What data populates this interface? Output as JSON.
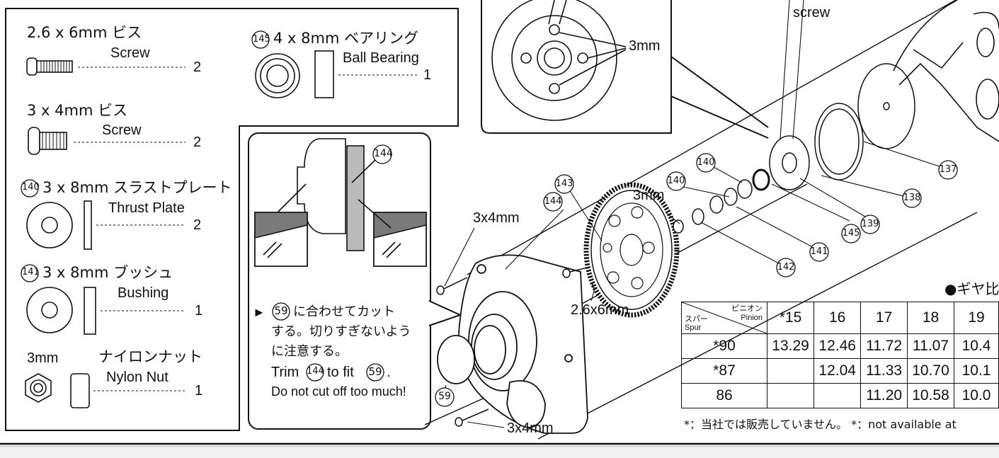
{
  "parts_box": {
    "screw_26x6": {
      "jp": "2.6 x 6mm ビス",
      "en": "Screw",
      "qty": "2"
    },
    "screw_3x4": {
      "jp": "3 x 4mm ビス",
      "en": "Screw",
      "qty": "2"
    },
    "thrust_plate": {
      "num": "140",
      "jp": "3 x 8mm スラストプレート",
      "en": "Thrust Plate",
      "qty": "2"
    },
    "bushing": {
      "num": "141",
      "jp": "3 x 8mm ブッシュ",
      "en": "Bushing",
      "qty": "1"
    },
    "nylon_nut": {
      "size": "3mm",
      "jp": "ナイロンナット",
      "en": "Nylon Nut",
      "qty": "1"
    },
    "ball_bearing": {
      "num": "145",
      "jp": "4 x 8mm ベアリング",
      "en": "Ball Bearing",
      "qty": "1"
    }
  },
  "trim_box": {
    "part_num": "144",
    "jp_line1": "に合わせてカット",
    "jp_line2": "する。切りすぎないよう",
    "jp_line3": "に注意する。",
    "en_line1_pre": "Trim",
    "en_line1_mid": "to fit",
    "en_line2": "Do not cut off too much!",
    "ref_num": "59",
    "ref_num2": "59",
    "ref_num3": "144"
  },
  "detail_box": {
    "label": "3mm"
  },
  "top_label": {
    "screw": "screw"
  },
  "callouts": {
    "c143": "143",
    "c144": "144",
    "c140a": "140",
    "c140b": "140",
    "c145": "145",
    "c139": "139",
    "c138": "138",
    "c137": "137",
    "c141": "141",
    "c142": "142",
    "c59": "59"
  },
  "labels": {
    "l3x4_top": "3x4mm",
    "l3mm": "3mm",
    "l26x6": "2.6x6mm",
    "l3x4_bottom": "3x4mm"
  },
  "gear_table": {
    "title": "●ギヤ比",
    "corner_top": "ピニオン",
    "corner_top_en": "Pinion",
    "corner_bottom": "スパー",
    "corner_bottom_en": "Spur",
    "columns": [
      "*15",
      "16",
      "17",
      "18",
      "19"
    ],
    "rows": [
      {
        "spur": "*90",
        "values": [
          "13.29",
          "12.46",
          "11.72",
          "11.07",
          "10.4"
        ]
      },
      {
        "spur": "*87",
        "values": [
          "",
          "12.04",
          "11.33",
          "10.70",
          "10.1"
        ]
      },
      {
        "spur": "86",
        "values": [
          "",
          "",
          "11.20",
          "10.58",
          "10.0"
        ]
      }
    ],
    "footnote": "*：当社では販売していません。 *：not available at"
  }
}
